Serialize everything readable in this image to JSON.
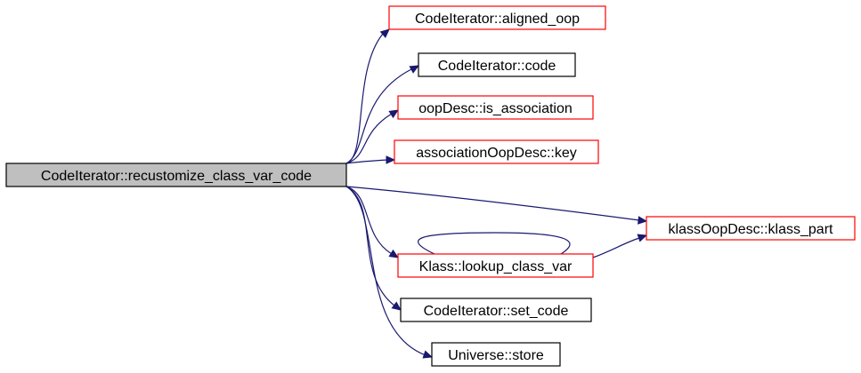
{
  "diagram": {
    "nodes": {
      "root": {
        "label": "CodeIterator::recustomize_class_var_code",
        "style": "root"
      },
      "aligned_oop": {
        "label": "CodeIterator::aligned_oop",
        "style": "red"
      },
      "code": {
        "label": "CodeIterator::code",
        "style": "black"
      },
      "is_association": {
        "label": "oopDesc::is_association",
        "style": "red"
      },
      "key": {
        "label": "associationOopDesc::key",
        "style": "red"
      },
      "klass_part": {
        "label": "klassOopDesc::klass_part",
        "style": "red"
      },
      "lookup_class_var": {
        "label": "Klass::lookup_class_var",
        "style": "red"
      },
      "set_code": {
        "label": "CodeIterator::set_code",
        "style": "black"
      },
      "store": {
        "label": "Universe::store",
        "style": "black"
      }
    },
    "edges": [
      {
        "from": "root",
        "to": "aligned_oop"
      },
      {
        "from": "root",
        "to": "code"
      },
      {
        "from": "root",
        "to": "is_association"
      },
      {
        "from": "root",
        "to": "key"
      },
      {
        "from": "root",
        "to": "klass_part"
      },
      {
        "from": "root",
        "to": "lookup_class_var"
      },
      {
        "from": "root",
        "to": "set_code"
      },
      {
        "from": "root",
        "to": "store"
      },
      {
        "from": "lookup_class_var",
        "to": "klass_part"
      },
      {
        "from": "lookup_class_var",
        "to": "lookup_class_var"
      }
    ],
    "colors": {
      "edge": "#191970",
      "red_border": "#ff0000",
      "black_border": "#000000",
      "root_fill": "#bfbfbf",
      "node_fill": "#ffffff"
    }
  }
}
